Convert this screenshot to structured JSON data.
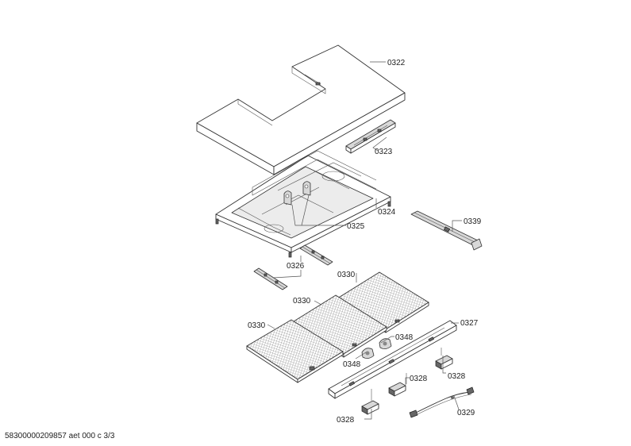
{
  "footer_text": "58300000209857 aet 000 c 3/3",
  "labels": {
    "p0322": "0322",
    "p0323": "0323",
    "p0324": "0324",
    "p0325": "0325",
    "p0339": "0339",
    "p0326": "0326",
    "p0330a": "0330",
    "p0330b": "0330",
    "p0330c": "0330",
    "p0327": "0327",
    "p0348a": "0348",
    "p0348b": "0348",
    "p0328a": "0328",
    "p0328b": "0328",
    "p0328c": "0328",
    "p0329": "0329"
  }
}
